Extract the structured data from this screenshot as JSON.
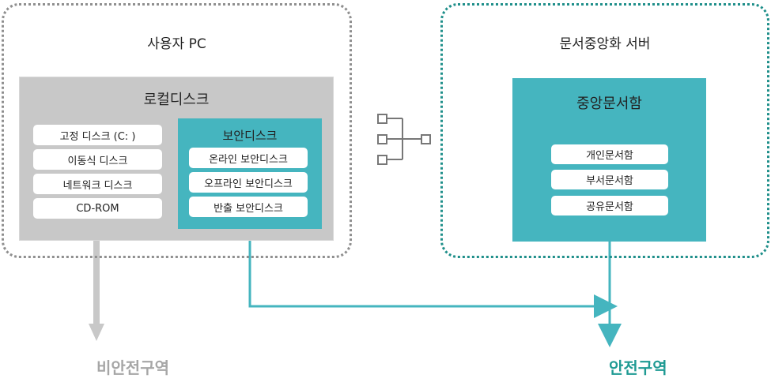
{
  "user_pc": {
    "title": "사용자 PC",
    "local_disk": {
      "title": "로컬디스크",
      "items": [
        "고정 디스크 (C: )",
        "이동식 디스크",
        "네트워크 디스크",
        "CD-ROM"
      ]
    },
    "secure_disk": {
      "title": "보안디스크",
      "items": [
        "온라인 보안디스크",
        "오프라인 보안디스크",
        "반출 보안디스크"
      ]
    }
  },
  "server": {
    "title": "문서중앙화 서버",
    "central_box": {
      "title": "중앙문서함",
      "items": [
        "개인문서함",
        "부서문서함",
        "공유문서함"
      ]
    }
  },
  "zones": {
    "unsafe": "비안전구역",
    "safe": "안전구역"
  },
  "colors": {
    "teal": "#45b5bf",
    "teal_dark": "#1f9a93",
    "gray": "#c8c8c8",
    "gray_text": "#a6a6a6"
  }
}
